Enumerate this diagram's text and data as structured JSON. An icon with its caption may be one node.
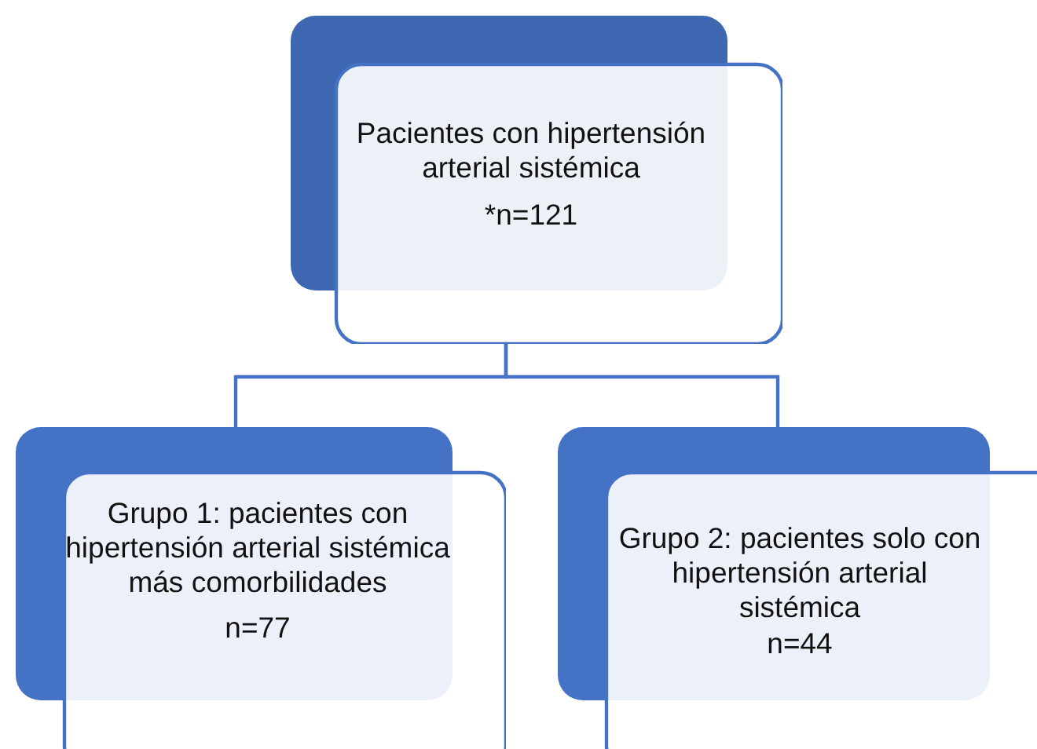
{
  "diagram": {
    "nodes": [
      {
        "text": [
          "Pacientes con hipertensión arterial sistémica",
          "*n=121"
        ]
      },
      {
        "text": [
          "Grupo 1: pacientes con hipertensión arterial sistémica más comorbilidades",
          "n=77"
        ]
      },
      {
        "text": [
          "Grupo 2: pacientes solo con hipertensión arterial sistémica",
          "n=44"
        ]
      }
    ],
    "edges": [
      {
        "from": 0,
        "to": 1,
        "arrow": "none"
      },
      {
        "from": 0,
        "to": 2,
        "arrow": "none"
      }
    ]
  }
}
